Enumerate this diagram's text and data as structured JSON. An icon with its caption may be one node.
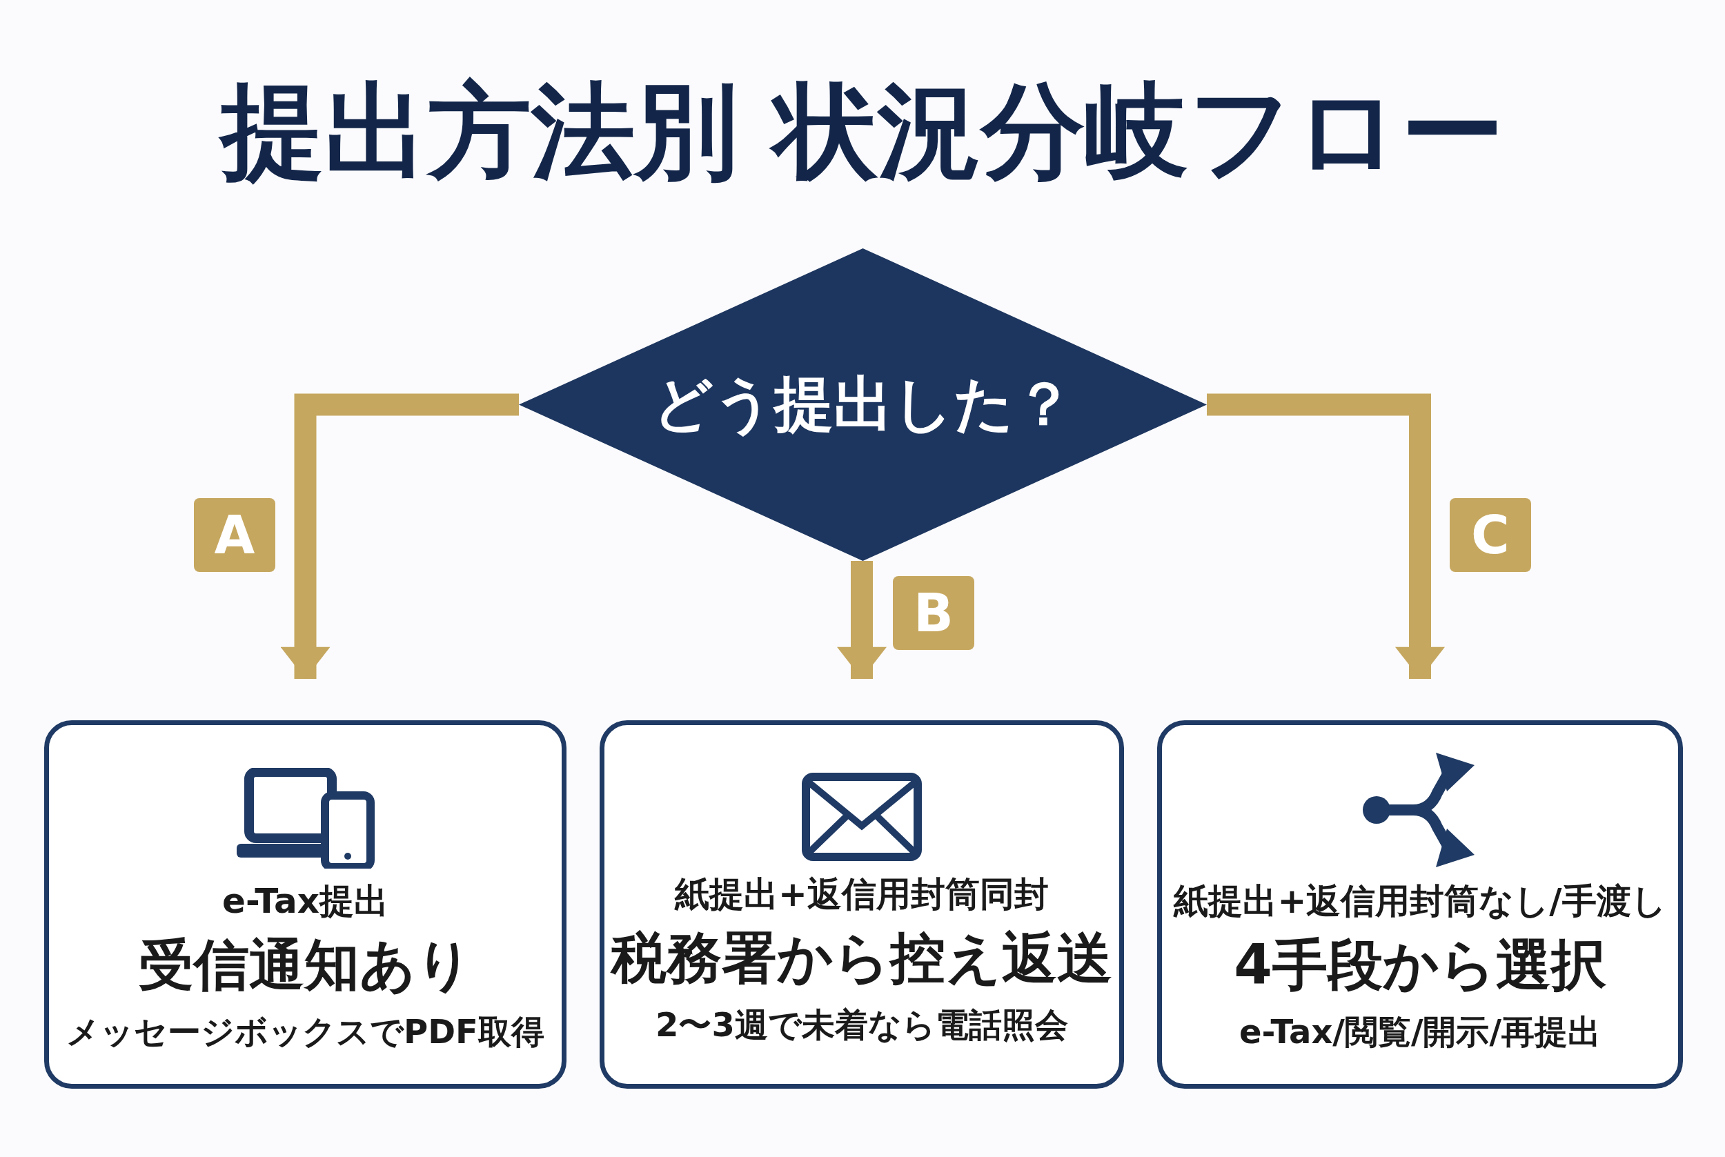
{
  "diagram": {
    "title": "提出方法別 状況分岐フロー",
    "nodes": [
      {
        "text": [
          "どう提出した？"
        ]
      },
      {
        "text": [
          "e-Tax提出",
          "受信通知あり",
          "メッセージボックスでPDF取得"
        ]
      },
      {
        "text": [
          "紙提出+返信用封筒同封",
          "税務署から控え返送",
          "2〜3週で未着なら電話照会"
        ]
      },
      {
        "text": [
          "紙提出+返信用封筒なし/手渡し",
          "4手段から選択",
          "e-Tax/閲覧/開示/再提出"
        ]
      }
    ],
    "edges": [
      {
        "from": 0,
        "to": 1,
        "arrow": "to",
        "label": "A"
      },
      {
        "from": 0,
        "to": 2,
        "arrow": "to",
        "label": "B"
      },
      {
        "from": 0,
        "to": 3,
        "arrow": "to",
        "label": "C"
      }
    ]
  }
}
